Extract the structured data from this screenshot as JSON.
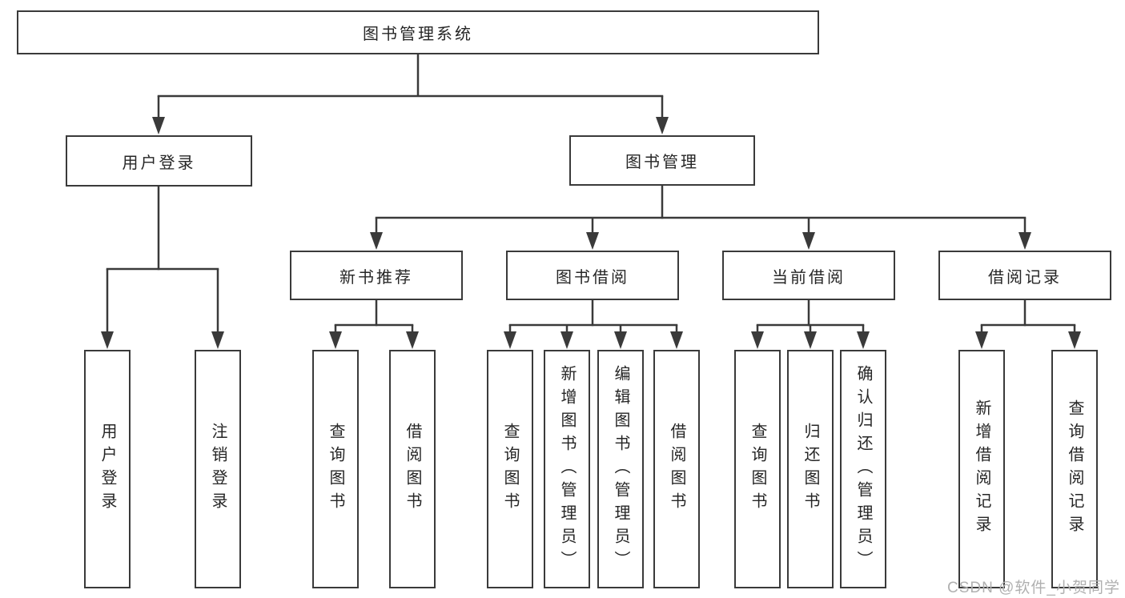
{
  "diagram": {
    "root": {
      "label": "图书管理系统"
    },
    "level2": [
      {
        "label": "用户登录",
        "children": [
          "用户登录",
          "注销登录"
        ]
      },
      {
        "label": "图书管理",
        "branches": [
          {
            "label": "新书推荐",
            "children": [
              "查询图书",
              "借阅图书"
            ]
          },
          {
            "label": "图书借阅",
            "children": [
              "查询图书",
              "新增图书（管理员）",
              "编辑图书（管理员）",
              "借阅图书"
            ]
          },
          {
            "label": "当前借阅",
            "children": [
              "查询图书",
              "归还图书",
              "确认归还（管理员）"
            ]
          },
          {
            "label": "借阅记录",
            "children": [
              "新增借阅记录",
              "查询借阅记录"
            ]
          }
        ]
      }
    ]
  },
  "watermark": {
    "text": "CSDN @软件_小贺同学"
  },
  "colors": {
    "line": "#3a3a3a",
    "box_border": "#3a3a3a",
    "text": "#262626",
    "watermark": "#b0b0b0",
    "background": "#ffffff"
  }
}
